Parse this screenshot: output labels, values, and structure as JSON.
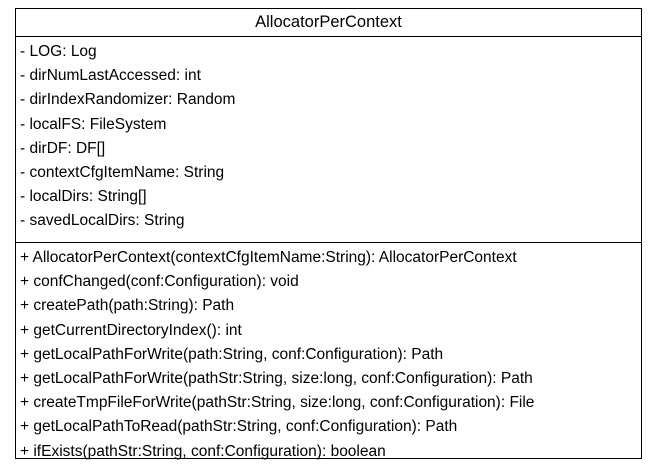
{
  "class": {
    "name": "AllocatorPerContext",
    "attributes": [
      "- LOG: Log",
      "- dirNumLastAccessed: int",
      "- dirIndexRandomizer: Random",
      "- localFS: FileSystem",
      "- dirDF: DF[]",
      "- contextCfgItemName: String",
      "- localDirs: String[]",
      "- savedLocalDirs: String"
    ],
    "operations": [
      "+ AllocatorPerContext(contextCfgItemName:String): AllocatorPerContext",
      "+ confChanged(conf:Configuration): void",
      "+ createPath(path:String): Path",
      "+ getCurrentDirectoryIndex(): int",
      "+ getLocalPathForWrite(path:String, conf:Configuration): Path",
      "+ getLocalPathForWrite(pathStr:String, size:long, conf:Configuration): Path",
      "+ createTmpFileForWrite(pathStr:String, size:long, conf:Configuration): File",
      "+ getLocalPathToRead(pathStr:String, conf:Configuration): Path",
      "+ ifExists(pathStr:String, conf:Configuration): boolean"
    ]
  }
}
